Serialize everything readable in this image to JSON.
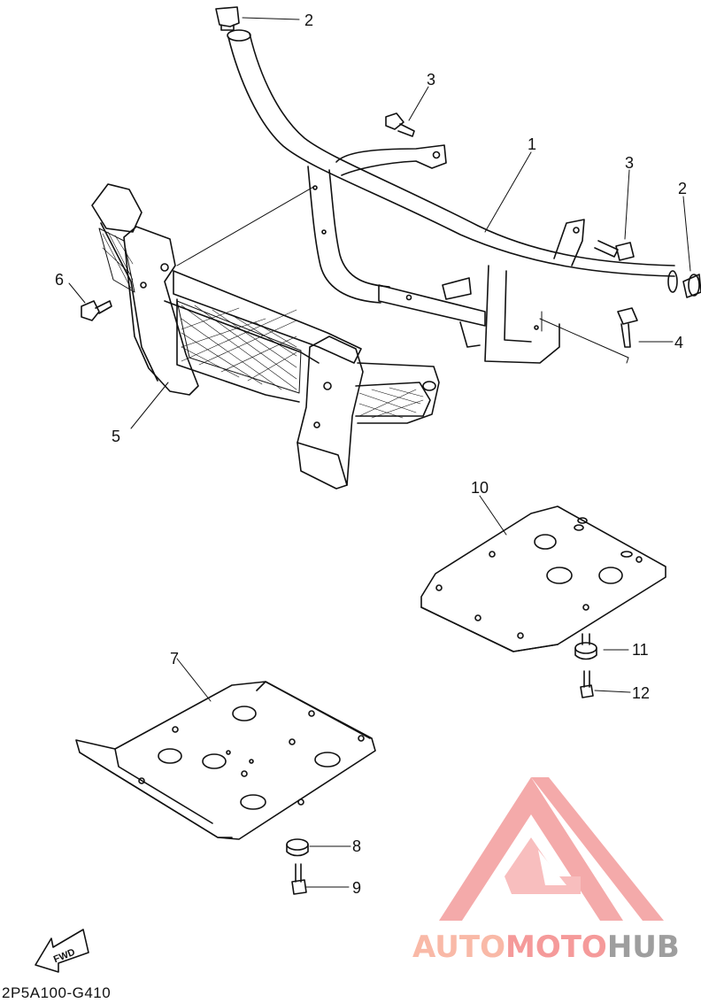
{
  "callouts": [
    {
      "id": "c2a",
      "label": "2"
    },
    {
      "id": "c3a",
      "label": "3"
    },
    {
      "id": "c1",
      "label": "1"
    },
    {
      "id": "c3b",
      "label": "3"
    },
    {
      "id": "c2b",
      "label": "2"
    },
    {
      "id": "c6",
      "label": "6"
    },
    {
      "id": "c4",
      "label": "4"
    },
    {
      "id": "c5",
      "label": "5"
    },
    {
      "id": "c10",
      "label": "10"
    },
    {
      "id": "c11",
      "label": "11"
    },
    {
      "id": "c12",
      "label": "12"
    },
    {
      "id": "c7",
      "label": "7"
    },
    {
      "id": "c8",
      "label": "8"
    },
    {
      "id": "c9",
      "label": "9"
    }
  ],
  "fwd_label": "FWD",
  "diagram_code": "2P5A100-G410",
  "watermark": {
    "part1": "AUTO",
    "part2": "MOTO",
    "part3": "HUB",
    "colors": {
      "auto": "#f9b9a7",
      "moto": "#f59a9a",
      "hub": "#9e9e9e",
      "logo": "#f39c9c"
    }
  }
}
